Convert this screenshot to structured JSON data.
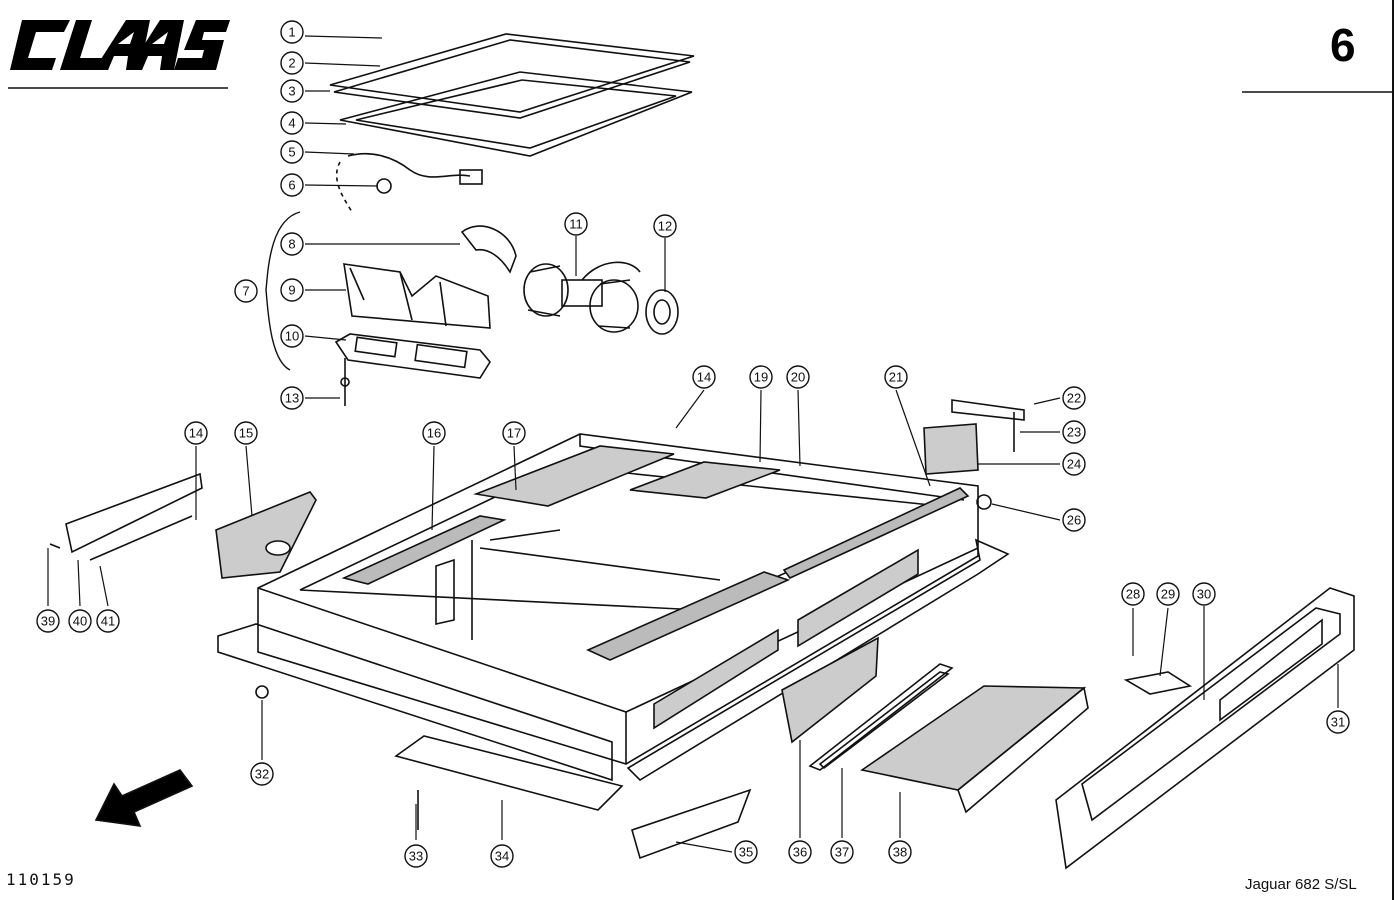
{
  "brand": "CLAAS",
  "page_number": "6",
  "drawing_number": "110159",
  "model": "Jaguar 682 S/SL",
  "callouts": [
    "1",
    "2",
    "3",
    "4",
    "5",
    "6",
    "7",
    "8",
    "9",
    "10",
    "11",
    "12",
    "13",
    "14",
    "14",
    "15",
    "16",
    "17",
    "19",
    "20",
    "21",
    "22",
    "23",
    "24",
    "26",
    "28",
    "29",
    "30",
    "31",
    "32",
    "33",
    "34",
    "35",
    "36",
    "37",
    "38",
    "39",
    "40",
    "41"
  ],
  "icons": {
    "direction": "arrow-icon"
  }
}
